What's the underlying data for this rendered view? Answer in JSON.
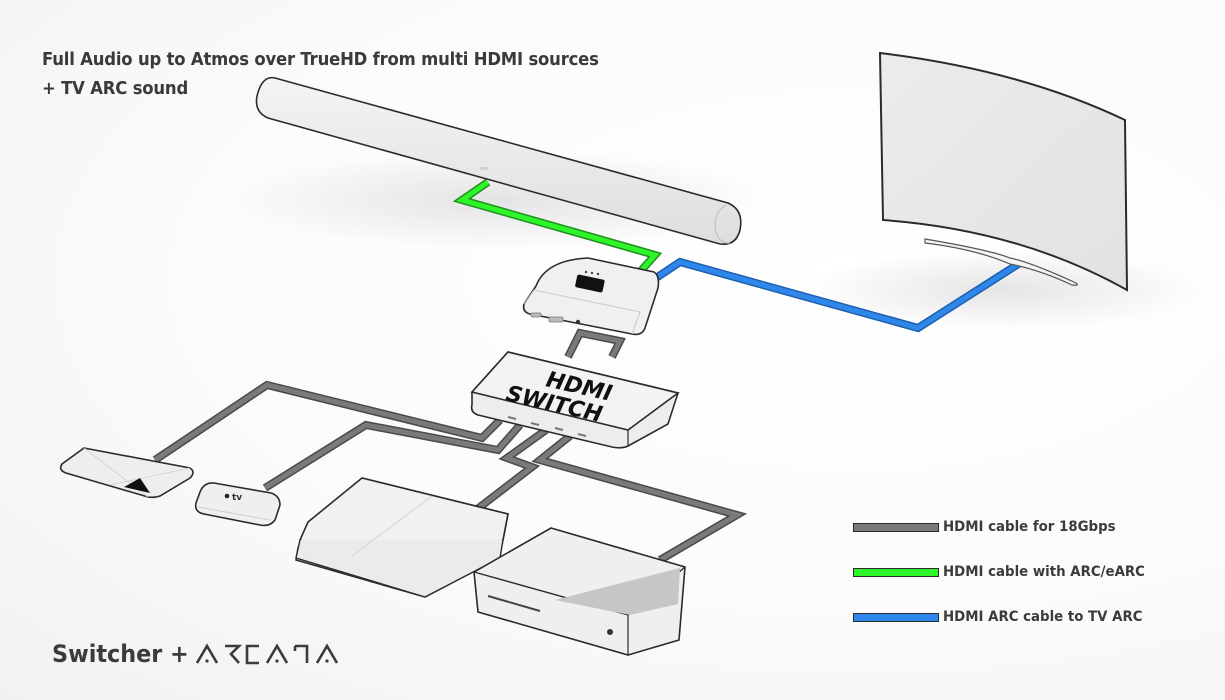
{
  "title": {
    "line1": "Full Audio up to Atmos over TrueHD from multi HDMI sources",
    "line2": "+ TV ARC sound"
  },
  "devices": {
    "soundbar": "soundbar",
    "arc_extractor": "Arcana ARC extractor",
    "hdmi_switch": {
      "line1": "HDMI",
      "line2": "SWITCH",
      "ports": 4
    },
    "tv": "curved TV",
    "sources": [
      {
        "id": "shield",
        "name": "Nvidia Shield"
      },
      {
        "id": "appletv",
        "name": "Apple TV",
        "label": "tv"
      },
      {
        "id": "ps4",
        "name": "PlayStation 4"
      },
      {
        "id": "xbox",
        "name": "Xbox One"
      }
    ]
  },
  "colors": {
    "cable_18gbps": "#7a7a7a",
    "cable_arc_earc": "#2df52a",
    "cable_tv_arc": "#2f87ea",
    "outline": "#2b2b2b",
    "device_fill": "#ececec"
  },
  "legend": [
    {
      "label": "HDMI cable for 18Gbps",
      "color": "#7a7a7a"
    },
    {
      "label": "HDMI cable with ARC/eARC",
      "color": "#2df52a"
    },
    {
      "label": "HDMI ARC cable to TV ARC",
      "color": "#2f87ea"
    }
  ],
  "brand": {
    "text": "Switcher + ",
    "logo": "ARCANA"
  }
}
